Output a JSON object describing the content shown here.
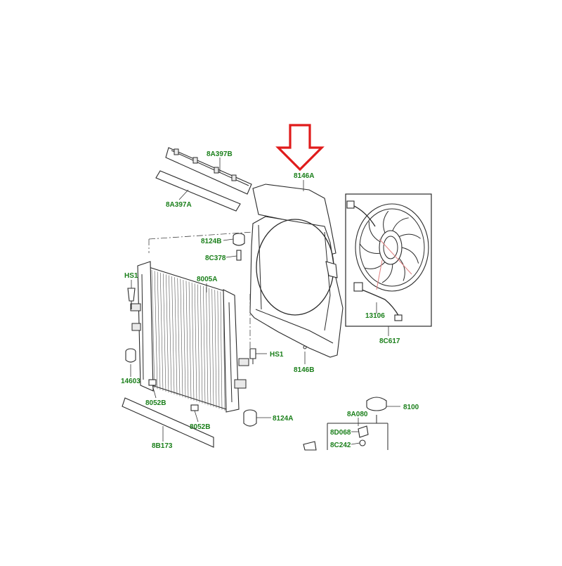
{
  "colors": {
    "label_green": "#1a7f1a",
    "arrow_red": "#e01b1b",
    "line": "#2a2a2a"
  },
  "labels": {
    "8A397B": "8A397B",
    "8A397A": "8A397A",
    "8146A": "8146A",
    "8124B": "8124B",
    "8C378": "8C378",
    "HS1_left": "HS1",
    "8005A": "8005A",
    "HS1_right": "HS1",
    "8146B": "8146B",
    "13106": "13106",
    "8C617": "8C617",
    "14603": "14603",
    "8052B_left": "8052B",
    "8052B_right": "8052B",
    "8124A": "8124A",
    "8A080": "8A080",
    "8100": "8100",
    "8D068": "8D068",
    "8C242": "8C242",
    "8B173": "8B173"
  },
  "callout_icon": "red-down-arrow-icon"
}
